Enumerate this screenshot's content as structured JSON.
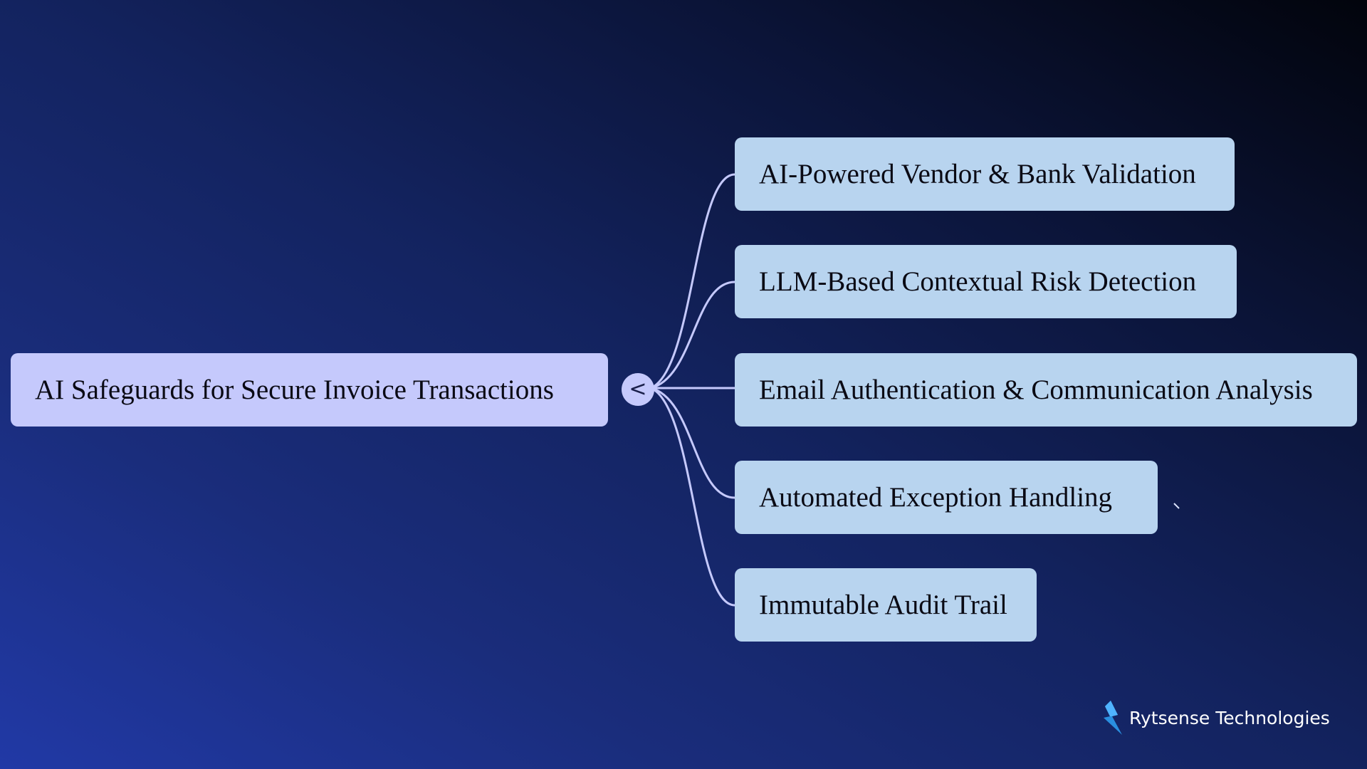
{
  "diagram": {
    "type": "mind-map",
    "root": {
      "label": "AI Safeguards for Secure Invoice Transactions"
    },
    "toggle": {
      "glyph": "<"
    },
    "children": [
      {
        "label": "AI-Powered Vendor & Bank Validation"
      },
      {
        "label": "LLM-Based Contextual Risk Detection"
      },
      {
        "label": "Email Authentication & Communication Analysis"
      },
      {
        "label": "Automated Exception Handling"
      },
      {
        "label": "Immutable Audit Trail"
      }
    ]
  },
  "brand": {
    "name": "Rytsense Technologies",
    "icon": "lightning-bolt-logo"
  },
  "colors": {
    "root_fill": "#c5c9fc",
    "child_fill": "#b8d4ef",
    "connector": "#c5c9fc",
    "background_start": "#2139a6",
    "background_end": "#02040c",
    "brand_accent": "#2a8fe0"
  }
}
